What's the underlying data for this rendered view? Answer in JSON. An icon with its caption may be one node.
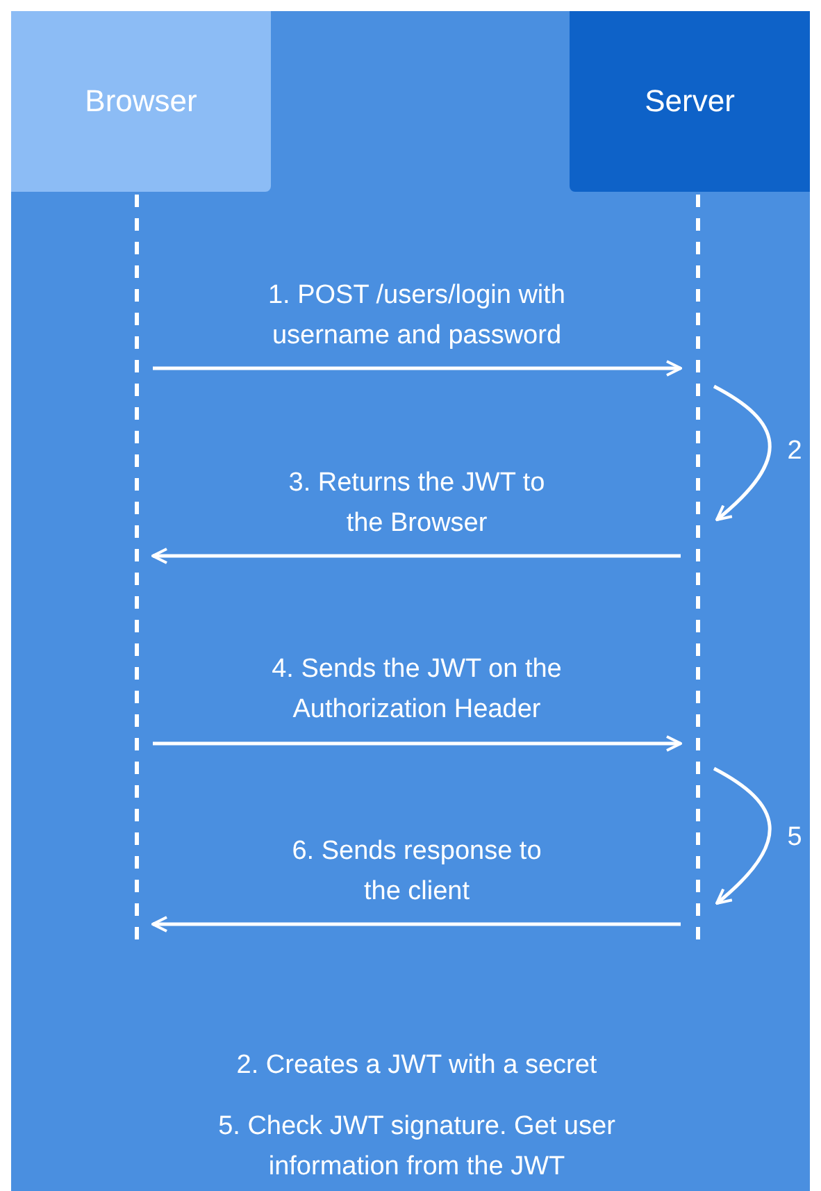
{
  "diagram": {
    "nodes": [
      {
        "text": [
          "Browser"
        ]
      },
      {
        "text": [
          "Server"
        ]
      }
    ],
    "edges": [
      {
        "from": 0,
        "to": 1,
        "arrow": "to",
        "label": "1. POST /users/login with username and password"
      },
      {
        "from": 1,
        "to": 1,
        "arrow": "to",
        "label": "2"
      },
      {
        "from": 1,
        "to": 0,
        "arrow": "to",
        "label": "3. Returns the JWT to the Browser"
      },
      {
        "from": 0,
        "to": 1,
        "arrow": "to",
        "label": "4. Sends the JWT on the Authorization Header"
      },
      {
        "from": 1,
        "to": 1,
        "arrow": "to",
        "label": "5"
      },
      {
        "from": 1,
        "to": 0,
        "arrow": "to",
        "label": "6. Sends response to the client"
      }
    ],
    "labels": [
      "2. Creates a JWT with a secret",
      "5. Check JWT signature. Get user information from the JWT"
    ]
  }
}
